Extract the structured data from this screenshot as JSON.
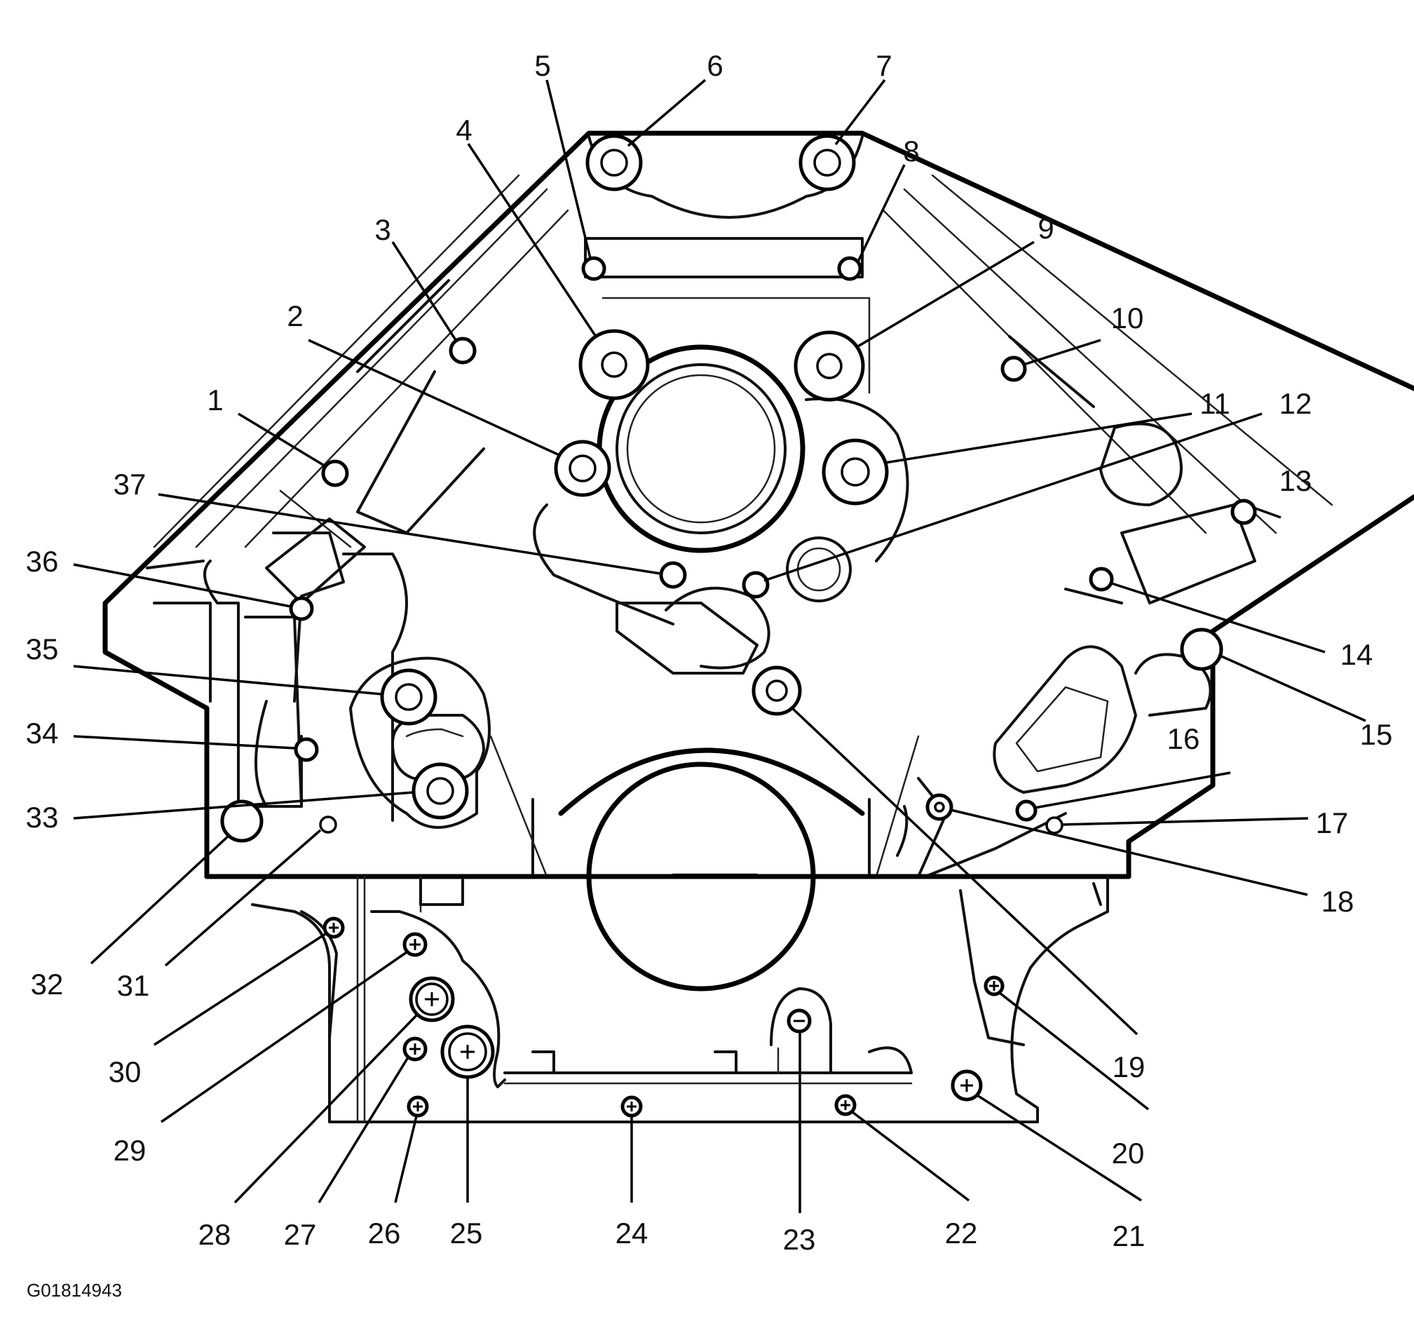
{
  "figure_id": "G01814943",
  "callouts": [
    "1",
    "2",
    "3",
    "4",
    "5",
    "6",
    "7",
    "8",
    "9",
    "10",
    "11",
    "12",
    "13",
    "14",
    "15",
    "16",
    "17",
    "18",
    "19",
    "20",
    "21",
    "22",
    "23",
    "24",
    "25",
    "26",
    "27",
    "28",
    "29",
    "30",
    "31",
    "32",
    "33",
    "34",
    "35",
    "36",
    "37"
  ]
}
